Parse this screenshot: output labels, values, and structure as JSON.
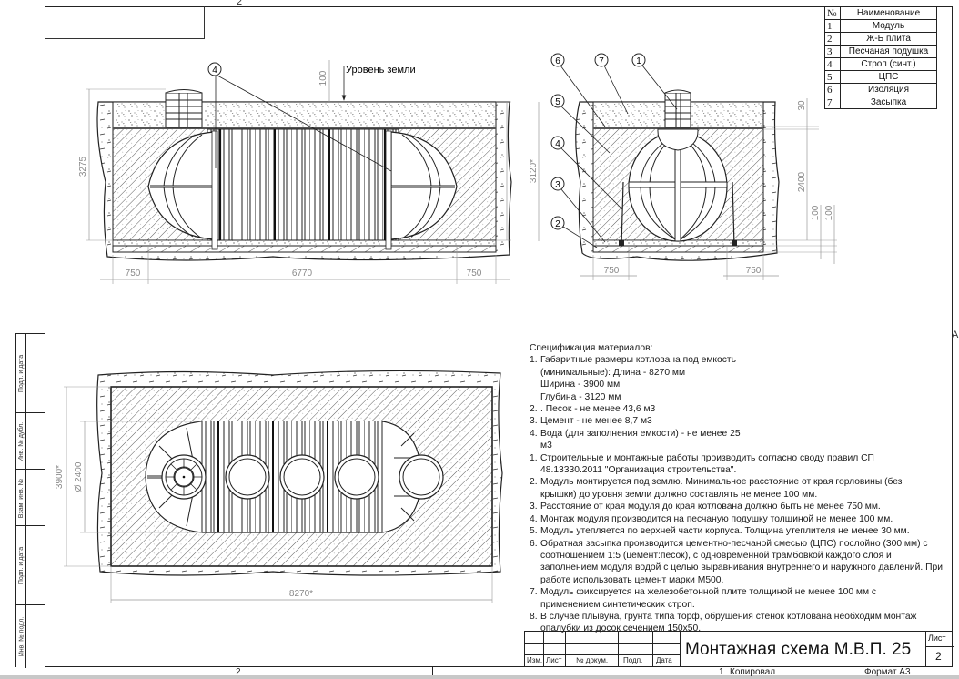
{
  "sheet": {
    "zone_marks": {
      "top_left": "2",
      "bottom_left": "2",
      "right_mid": "A"
    },
    "side_stamp": [
      "Подп. и дата",
      "Инв. № дубл.",
      "Взам. инв. №",
      "Подп. и дата",
      "Инв. № подл."
    ],
    "footer": {
      "copied": "Копировал",
      "format": "Формат A3",
      "page_mark": "1"
    }
  },
  "legend": {
    "headers": {
      "number": "№",
      "name": "Наименование"
    },
    "rows": [
      {
        "n": "1",
        "name": "Модуль"
      },
      {
        "n": "2",
        "name": "Ж-Б плита"
      },
      {
        "n": "3",
        "name": "Песчаная подушка"
      },
      {
        "n": "4",
        "name": "Строп (синт.)"
      },
      {
        "n": "5",
        "name": "ЦПС"
      },
      {
        "n": "6",
        "name": "Изоляция"
      },
      {
        "n": "7",
        "name": "Засыпка"
      }
    ]
  },
  "front_view": {
    "ground_label": "Уровень земли",
    "callout": "4",
    "dims": {
      "depth": "3275",
      "cover": "100",
      "left_gap": "750",
      "length": "6770",
      "right_gap": "750"
    }
  },
  "side_view": {
    "callouts": [
      "1",
      "2",
      "3",
      "4",
      "5",
      "6",
      "7"
    ],
    "dims": {
      "depth": "3120*",
      "insulation": "30",
      "height": "2400",
      "slab": "100",
      "sand": "100",
      "left_gap": "750",
      "right_gap": "750"
    }
  },
  "plan_view": {
    "dims": {
      "width": "3900*",
      "diameter": "Ø 2400",
      "length": "8270*"
    }
  },
  "spec": {
    "title": "Спецификация материалов:",
    "materials": [
      {
        "n": "1.",
        "lines": [
          "Габаритные размеры котлована под емкость",
          "(минимальные): Длина - 8270 мм",
          "Ширина - 3900 мм",
          "Глубина - 3120 мм"
        ]
      },
      {
        "n": "2.",
        "lines": [
          ". Песок - не менее 43,6 м3"
        ]
      },
      {
        "n": "3.",
        "lines": [
          "Цемент - не менее 8,7 м3"
        ]
      },
      {
        "n": "4.",
        "lines": [
          "Вода (для заполнения емкости) - не менее 25",
          "м3"
        ]
      }
    ],
    "rules": [
      {
        "n": "1.",
        "text": "Строительные и монтажные работы производить согласно своду правил СП 48.13330.2011 \"Организация строительства\"."
      },
      {
        "n": "2.",
        "text": "Модуль монтируется под землю. Минимальное расстояние от края горловины (без крышки) до уровня земли должно составлять не менее 100 мм."
      },
      {
        "n": "3.",
        "text": "Расстояние от края модуля до края котлована должно быть не менее 750 мм."
      },
      {
        "n": "4.",
        "text": "Монтаж модуля производится на песчаную подушку толщиной не менее 100 мм."
      },
      {
        "n": "5.",
        "text": "Модуль утепляется по верхней части корпуса. Толщина утеплителя не менее 30 мм."
      },
      {
        "n": "6.",
        "text": "Обратная засыпка производится цементно-песчаной смесью (ЦПС) послойно (300 мм) с соотношением 1:5 (цемент:песок), с одновременной трамбовкой каждого слоя и заполнением модуля водой с целью выравнивания внутреннего и наружного давлений. При работе использовать цемент марки М500."
      },
      {
        "n": "7.",
        "text": "Модуль фиксируется на железобетонной плите толщиной не менее 100 мм с применением синтетических строп."
      },
      {
        "n": "8.",
        "text": "В случае плывуна, грунта типа торф, обрушения стенок котлована необходим монтаж опалубки из досок сечением 150х50."
      }
    ]
  },
  "title_block": {
    "title": "Монтажная схема М.В.П. 25",
    "columns": [
      "Изм.",
      "Лист",
      "№ докум.",
      "Подп.",
      "Дата"
    ],
    "sheet_label": "Лист",
    "sheet_number": "2"
  },
  "colors": {
    "line": "#222222",
    "dim": "#8a8a8a",
    "paper": "#ffffff"
  }
}
